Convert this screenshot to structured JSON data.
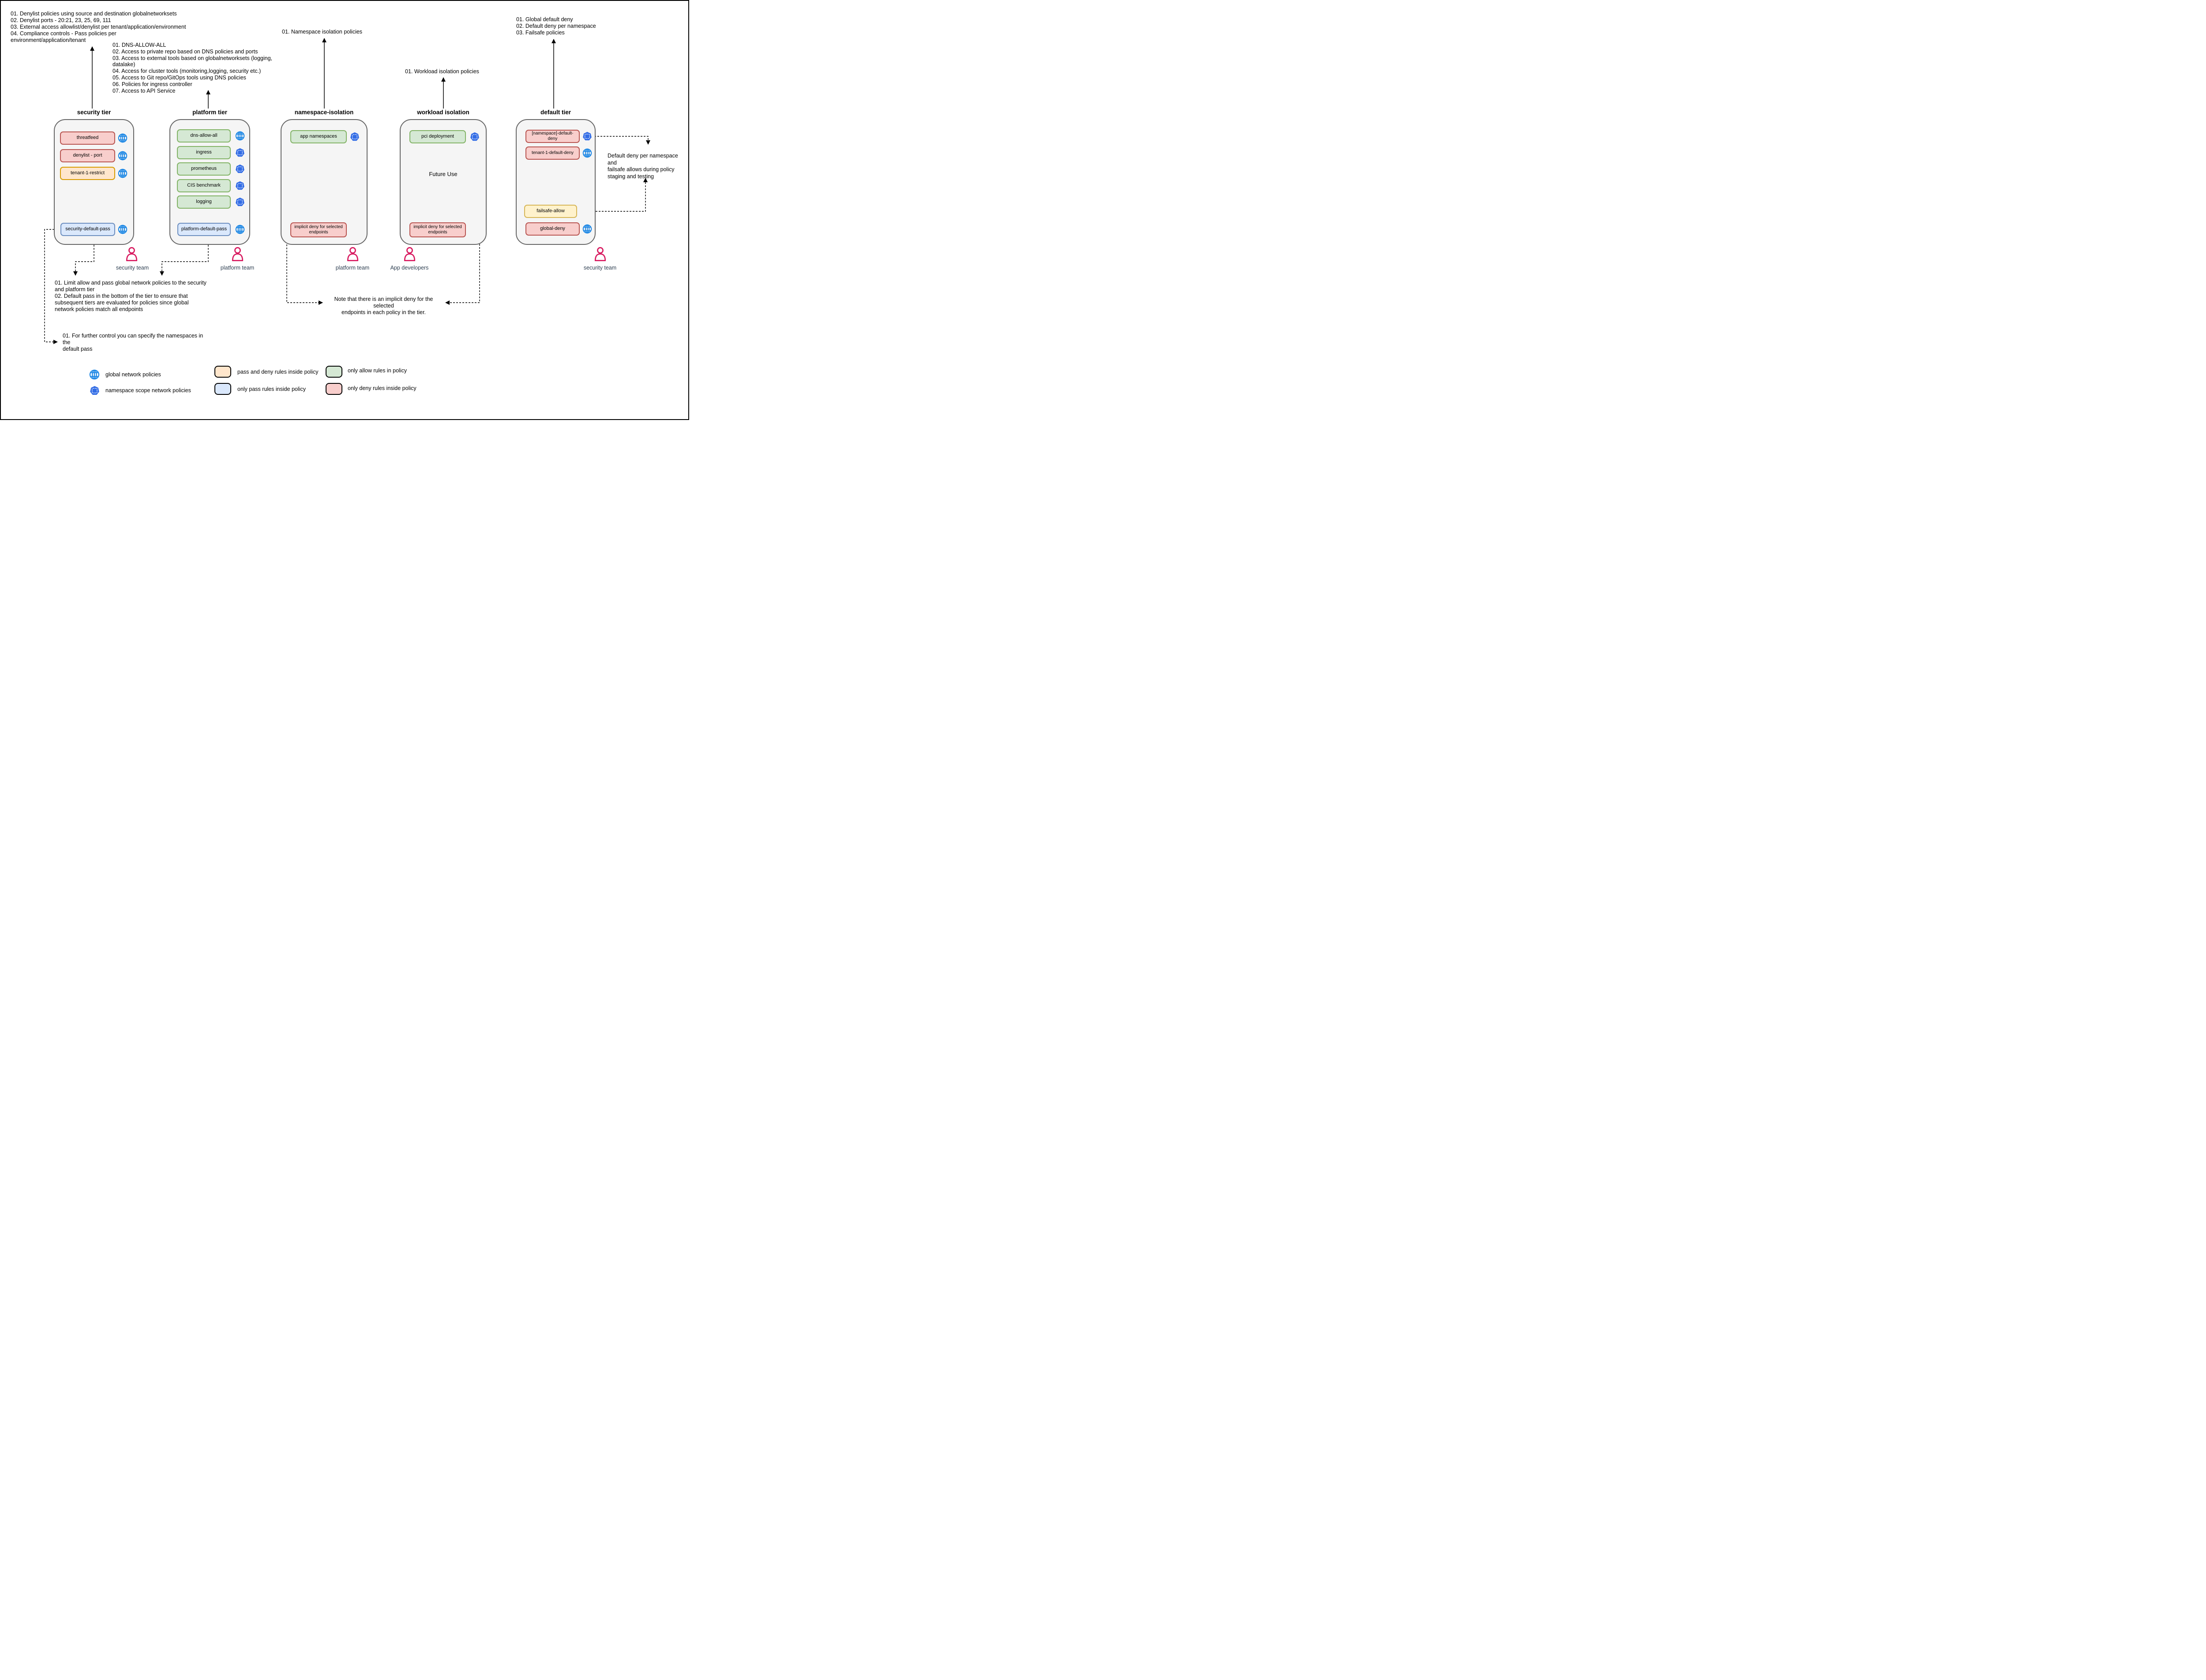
{
  "annotations": {
    "security_tier_notes": "01. Denylist policies using source and destination globalnetworksets\n02. Denylist ports - 20:21, 23, 25, 69, 111\n03. External access allowlist/denylist per tenant/application/environment\n04. Compliance controls - Pass policies per\nenvironment/application/tenant",
    "platform_tier_notes": "01. DNS-ALLOW-ALL\n02. Access to private repo based on DNS policies and ports\n03. Access to external tools based on globalnetworksets (logging, datalake)\n04. Access for cluster tools (monitoring,logging, security etc.)\n05. Access to Git repo/GitOps tools using DNS policies\n06. Policies for ingress controller\n07. Access to API Service",
    "namespace_isolation_note": "01. Namespace isolation policies",
    "workload_isolation_note": "01. Workload isolation policies",
    "default_tier_notes": "01. Global default deny\n02. Default deny per namespace\n03. Failsafe policies",
    "teams_note": "01. Limit allow and pass global network policies to the security\nand platform tier\n02. Default pass in the bottom of the tier to ensure that\nsubsequent tiers are evaluated for policies since global\nnetwork policies match all endpoints",
    "default_pass_note": "01. For further control you can specify the namespaces in the\ndefault pass",
    "implicit_deny_note": "Note that there is an implicit deny for the selected\nendpoints in each policy in the tier.",
    "staging_note": "Default deny per namespace and\nfailsafe allows during policy\nstaging and testing"
  },
  "tiers": [
    {
      "title": "security tier",
      "team": "security team",
      "policies": [
        {
          "label": "threatfeed"
        },
        {
          "label": "denylist - port"
        },
        {
          "label": "tenant-1-restrict"
        },
        {
          "label": "security-default-pass"
        }
      ]
    },
    {
      "title": "platform tier",
      "team": "platform team",
      "policies": [
        {
          "label": "dns-allow-all"
        },
        {
          "label": "ingress"
        },
        {
          "label": "prometheus"
        },
        {
          "label": "CIS benchmark"
        },
        {
          "label": "logging"
        },
        {
          "label": "platform-default-pass"
        }
      ]
    },
    {
      "title": "namespace-isolation",
      "team": "platform team",
      "policies": [
        {
          "label": "app namespaces"
        },
        {
          "label": "implicit deny for selected endpoints"
        }
      ]
    },
    {
      "title": "workload isolation",
      "team": "App developers",
      "center_label": "Future Use",
      "policies": [
        {
          "label": "pci deployment"
        },
        {
          "label": "implicit deny for selected endpoints"
        }
      ]
    },
    {
      "title": "default tier",
      "team": "security team",
      "policies": [
        {
          "label": "[namespace]-default-deny"
        },
        {
          "label": "tenant-1-default-deny"
        },
        {
          "label": "failsafe-allow"
        },
        {
          "label": "global-deny"
        }
      ]
    }
  ],
  "legend": {
    "items": [
      {
        "label": "global network policies"
      },
      {
        "label": "namespace scope network policies"
      },
      {
        "label": "pass and deny rules inside policy"
      },
      {
        "label": "only pass rules inside policy"
      },
      {
        "label": "only allow rules in policy"
      },
      {
        "label": "only deny rules inside policy"
      }
    ]
  },
  "colors": {
    "deny_fill": "#f8cecc",
    "deny_border": "#b85450",
    "allow_fill": "#d5e8d4",
    "allow_border": "#82b366",
    "pass_and_deny_fill": "#ffe6cc",
    "pass_and_deny_border": "#d79b00",
    "failsafe_fill": "#fff2cc",
    "failsafe_border": "#d6b656",
    "pass_fill": "#dae8fc",
    "pass_border": "#6c8ebf",
    "tier_fill": "#f5f5f5",
    "tier_border": "#666666",
    "global_policy_icon": "#1e88e5",
    "namespace_policy_icon": "#326ce5",
    "team_icon": "#d81b60"
  }
}
